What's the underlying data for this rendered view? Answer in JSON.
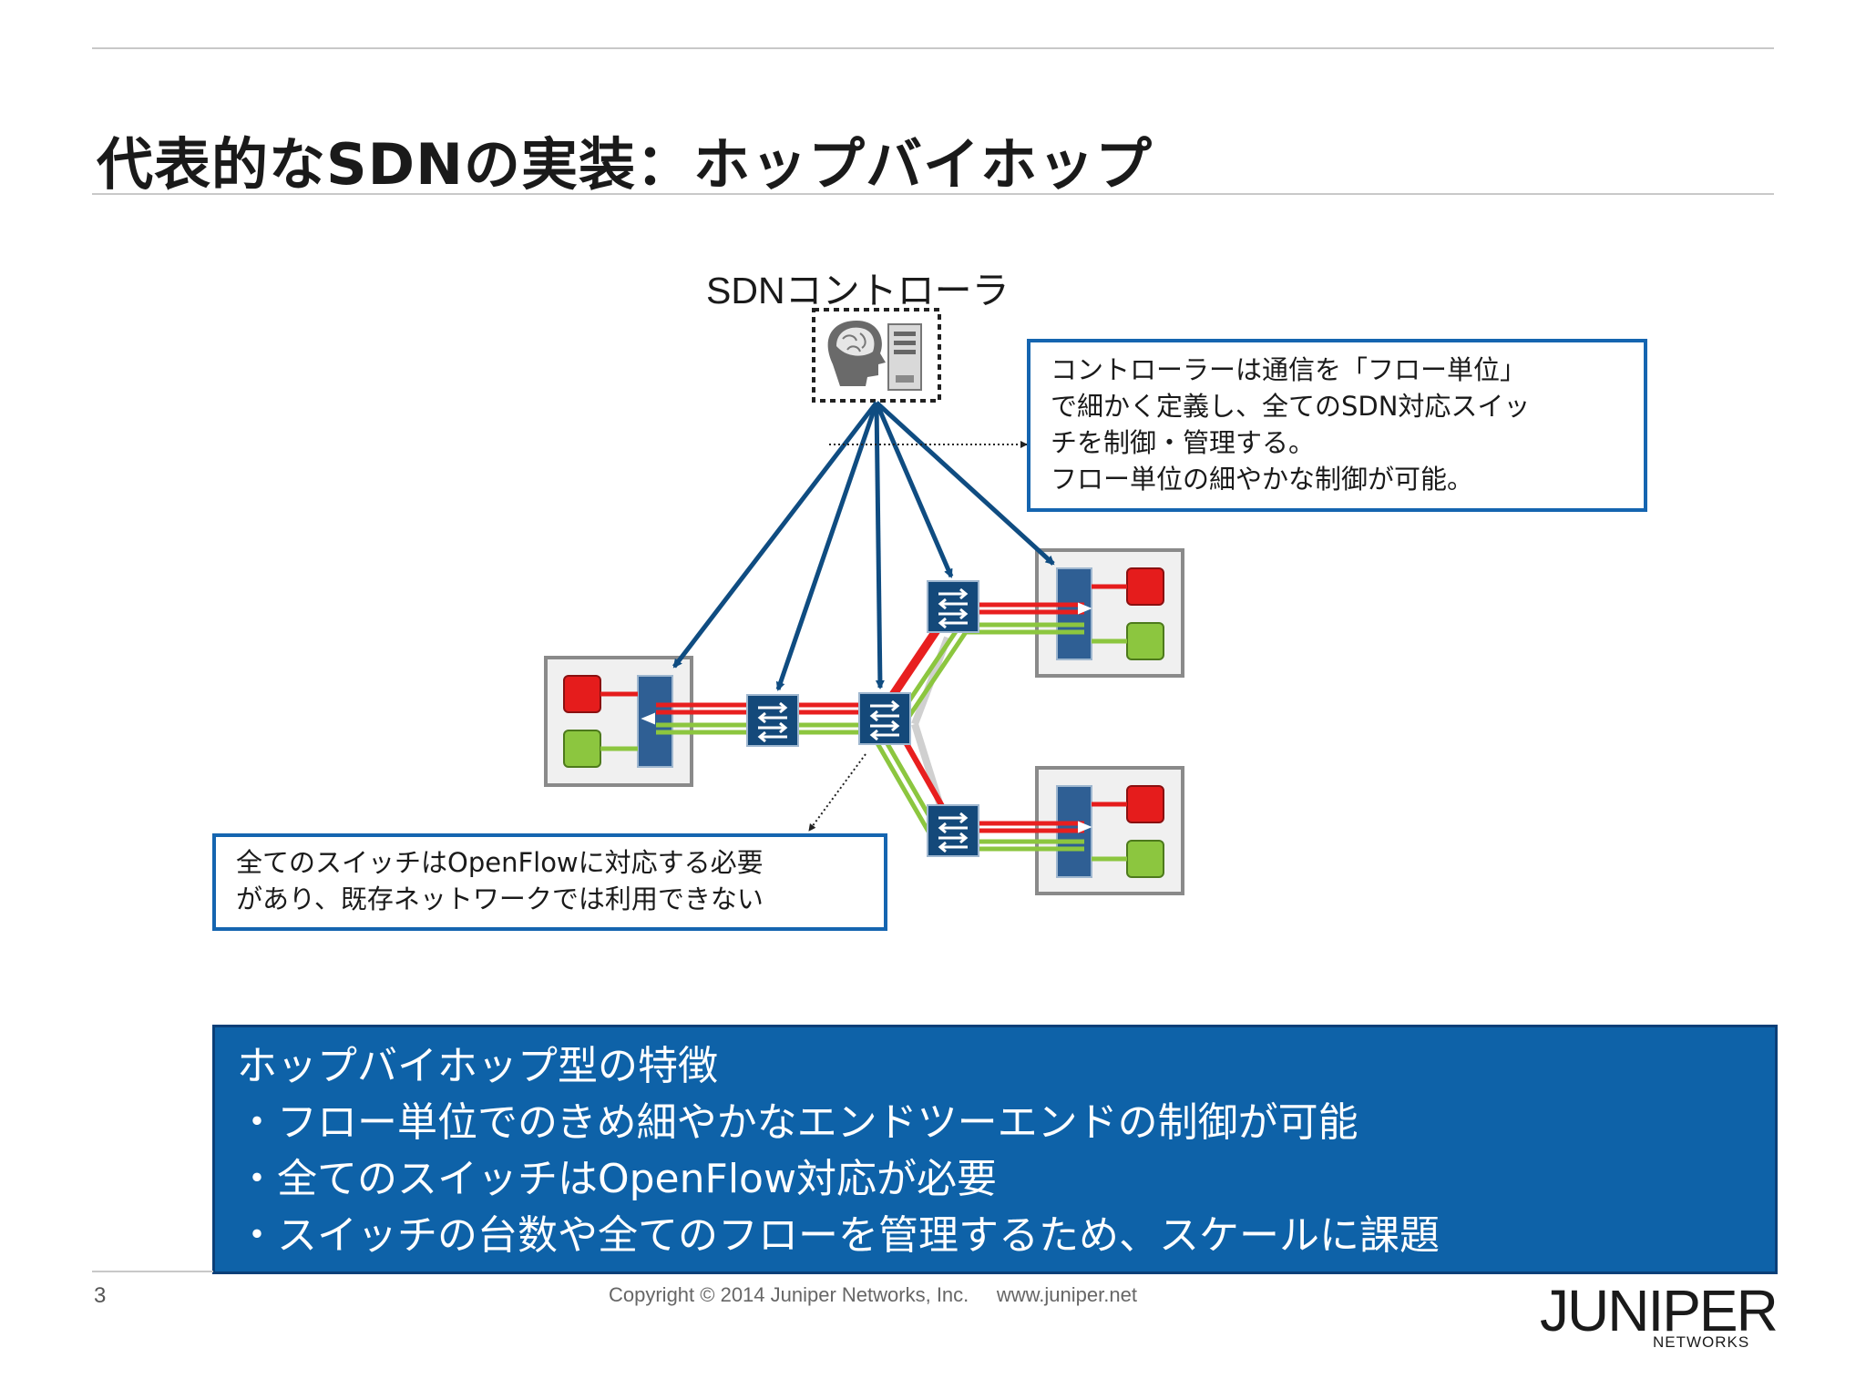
{
  "slide": {
    "title": "代表的なSDNの実装：ホップバイホップ",
    "page_number": "3",
    "copyright": "Copyright © 2014 Juniper Networks, Inc.     www.juniper.net"
  },
  "diagram": {
    "controller_label": "SDNコントローラ",
    "controller_icons": [
      "brain-head-icon",
      "server-icon"
    ],
    "switch_icon": "openflow-switch-icon",
    "colors": {
      "control_arrow": "#0f4c81",
      "flow_red": "#e81f1f",
      "flow_green": "#8cc63f",
      "switch": "#14497a",
      "callout_border": "#1565b0"
    }
  },
  "callout_top": {
    "lines": [
      "コントローラーは通信を「フロー単位」",
      "で細かく定義し、全てのSDN対応スイッ",
      "チを制御・管理する。",
      "フロー単位の細やかな制御が可能。"
    ]
  },
  "callout_bottom": {
    "lines": [
      "全てのスイッチはOpenFlowに対応する必要",
      "があり、既存ネットワークでは利用できない"
    ]
  },
  "features": {
    "heading": "ホップバイホップ型の特徴",
    "items": [
      "・フロー単位でのきめ細やかなエンドツーエンドの制御が可能",
      "・全てのスイッチはOpenFlow対応が必要",
      "・スイッチの台数や全てのフローを管理するため、スケールに課題"
    ]
  },
  "logo": {
    "wordmark": "JUNIPER",
    "sub": "NETWORKS"
  }
}
